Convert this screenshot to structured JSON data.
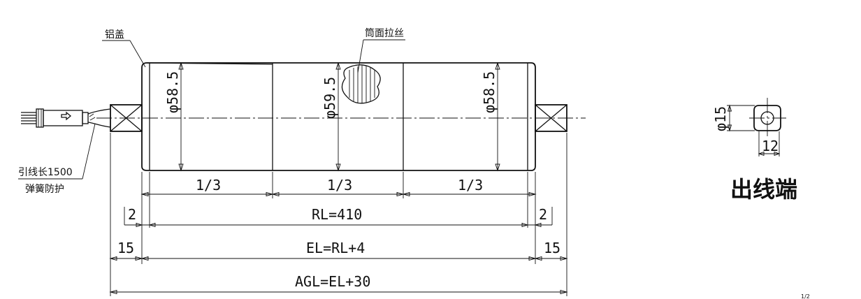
{
  "labels": {
    "aluminum_cap": "铝盖",
    "tube_brushed": "筒面拉丝",
    "lead_length": "引线长1500",
    "spring_protect": "弹簧防护",
    "outlet_end": "出线端"
  },
  "dimensions": {
    "dia_left": "φ58.5",
    "dia_center": "φ59.5",
    "dia_right": "φ58.5",
    "third_1": "1/3",
    "third_2": "1/3",
    "third_3": "1/3",
    "gap_left": "2",
    "gap_right": "2",
    "rl": "RL=410",
    "shaft_left": "15",
    "shaft_right": "15",
    "el": "EL=RL+4",
    "agl": "AGL=EL+30",
    "end_dia": "φ15",
    "end_flat": "12"
  },
  "page_mark": "1/2"
}
